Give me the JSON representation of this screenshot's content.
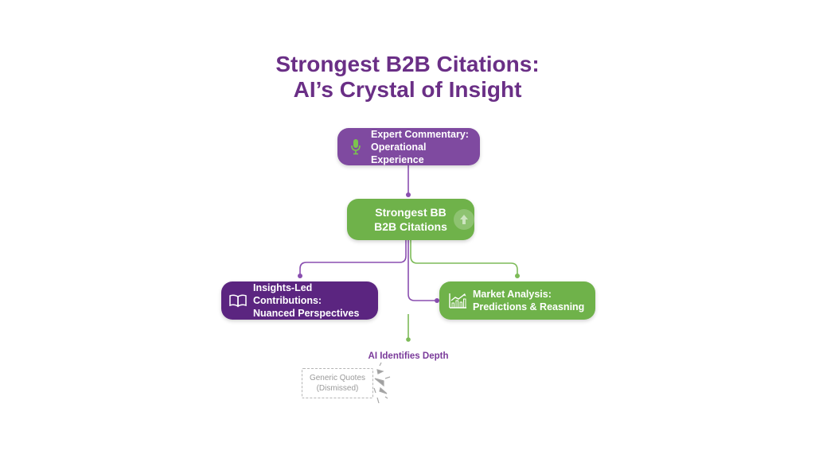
{
  "title": {
    "line1": "Strongest B2B Citations:",
    "line2": "AI’s Crystal of Insight"
  },
  "nodes": {
    "expert": {
      "line1": "Expert Commentary:",
      "line2": "Operational Experience",
      "icon": "microphone-icon"
    },
    "core": {
      "line1": "Strongest BB",
      "line2": "B2B Citations",
      "icon": "arrow-up-circle-icon"
    },
    "insights": {
      "line1": "Insights-Led Contributions:",
      "line2": "Nuanced Perspectives",
      "icon": "open-book-icon"
    },
    "market": {
      "line1": "Market Analysis:",
      "line2": "Predictions & Reasning",
      "icon": "bar-line-chart-icon"
    }
  },
  "depth_label": "AI Identifies Depth",
  "dismissed": {
    "line1": "Generic Quotes",
    "line2": "(Dismissed)"
  },
  "colors": {
    "title": "#6a2f86",
    "purple_node": "#7f4aa0",
    "dark_purple_node": "#5b2580",
    "green_node": "#6fb24a",
    "purple_link": "#8a4fb0",
    "green_link": "#7dbb58",
    "dismissed_gray": "#9a9a9a"
  }
}
